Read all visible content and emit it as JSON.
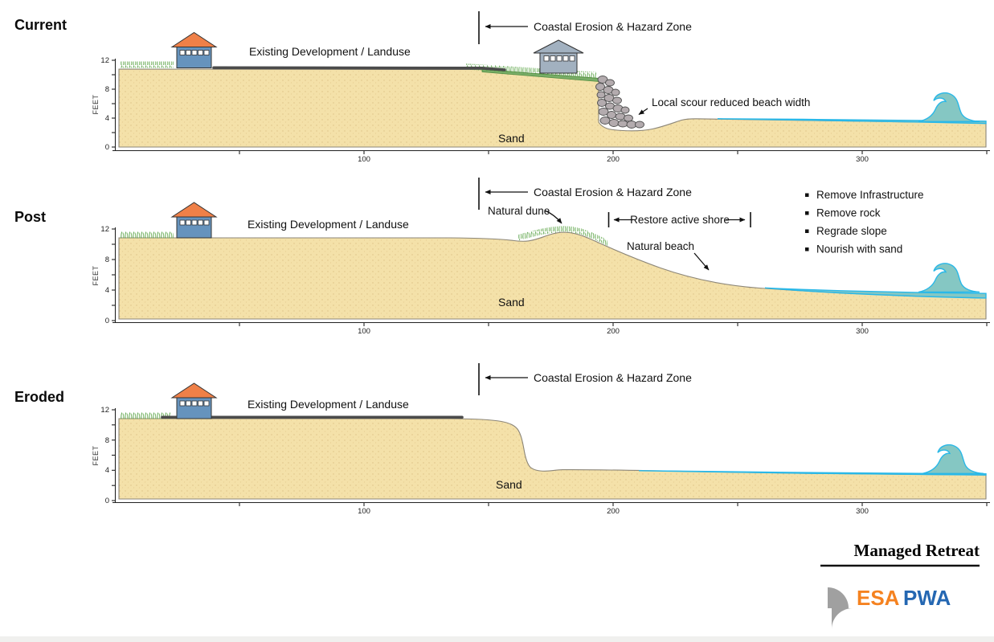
{
  "diagram_title": "Managed Retreat",
  "panels": [
    {
      "id": "current",
      "title": "Current"
    },
    {
      "id": "post",
      "title": "Post"
    },
    {
      "id": "eroded",
      "title": "Eroded"
    }
  ],
  "labels": {
    "existing_development": "Existing Development / Landuse",
    "hazard_zone": "Coastal Erosion & Hazard Zone",
    "sand": "Sand",
    "feet_axis": "FEET"
  },
  "axis": {
    "y_tick_labels": [
      "12",
      "8",
      "4",
      "0"
    ],
    "x_tick_labels": [
      "100",
      "200",
      "300"
    ]
  },
  "current": {
    "scour_note": "Local scour reduced beach width"
  },
  "post": {
    "natural_dune": "Natural dune",
    "restore_active_shore": "Restore active shore",
    "natural_beach": "Natural beach",
    "actions": [
      "Remove Infrastructure",
      "Remove rock",
      "Regrade slope",
      "Nourish with sand"
    ]
  },
  "footer": {
    "title": "Managed Retreat",
    "logo_text_esa": "ESA",
    "logo_text_pwa": "PWA"
  },
  "colors": {
    "sand": "#f4e1a9",
    "sand_dots": "#ddc186",
    "water_body": "#85c7c3",
    "water_edge": "#29b8e8",
    "grass": "#4e9c3e",
    "roof_orange": "#ef8048",
    "wall_blue": "#6693bd",
    "gray_house": "#a2b1c0",
    "rock_gray": "#b3abae",
    "road_gray": "#4b4b4b",
    "esa_orange": "#f58220",
    "pwa_blue": "#2467b2"
  }
}
